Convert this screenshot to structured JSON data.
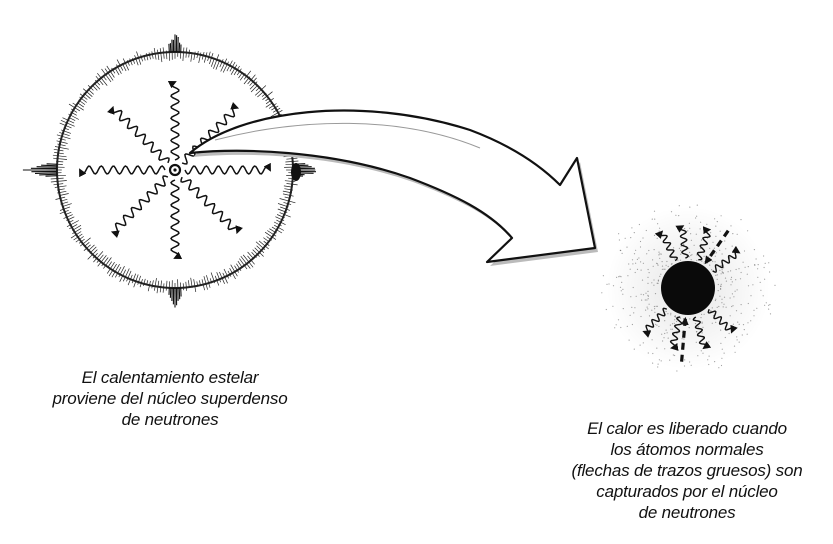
{
  "captions": {
    "star": {
      "lines": [
        "El calentamiento estelar",
        "proviene del núcleo superdenso",
        "de neutrones"
      ]
    },
    "capture": {
      "lines": [
        "El calor es liberado cuando",
        "los átomos normales",
        "(flechas de trazos gruesos) son",
        "capturados por el núcleo",
        "de neutrones"
      ]
    }
  },
  "colors": {
    "ink": "#111111",
    "background": "#ffffff",
    "arrow_fill": "#ffffff"
  },
  "icons": {
    "star": "star-with-radiating-wavy-arrows",
    "core": "neutron-core-dot",
    "process_arrow": "curved-arrow",
    "neutron_core": "black-sphere"
  }
}
